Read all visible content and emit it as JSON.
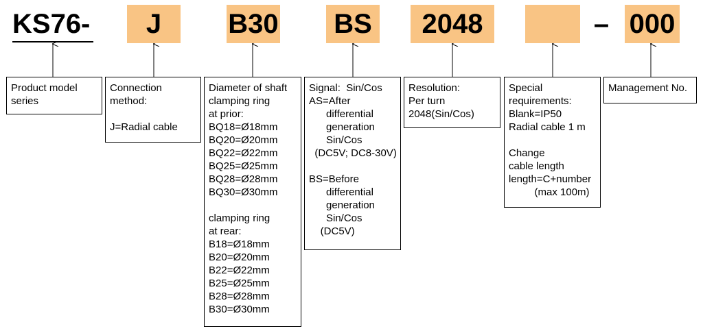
{
  "code_segments": {
    "model": "KS76-",
    "connection": "J",
    "diameter": "B30",
    "signal": "BS",
    "resolution": "2048",
    "special": "",
    "separator": "–",
    "management": "000"
  },
  "boxes": {
    "model": [
      "Product model",
      "series"
    ],
    "connection": [
      "Connection",
      "method:",
      "",
      "J=Radial cable"
    ],
    "diameter": [
      "Diameter of shaft",
      "clamping ring",
      "at prior:",
      "BQ18=Ø18mm",
      "BQ20=Ø20mm",
      "BQ22=Ø22mm",
      "BQ25=Ø25mm",
      "BQ28=Ø28mm",
      "BQ30=Ø30mm",
      "",
      "clamping ring",
      "at rear:",
      "B18=Ø18mm",
      "B20=Ø20mm",
      "B22=Ø22mm",
      "B25=Ø25mm",
      "B28=Ø28mm",
      "B30=Ø30mm"
    ],
    "signal": [
      "Signal:  Sin/Cos",
      "AS=After",
      "      differential",
      "      generation",
      "      Sin/Cos",
      "  (DC5V; DC8-30V)",
      "",
      "BS=Before",
      "      differential",
      "      generation",
      "      Sin/Cos",
      "    (DC5V)"
    ],
    "resolution": [
      "Resolution:",
      "Per turn",
      "2048(Sin/Cos)"
    ],
    "special": [
      "Special",
      "requirements:",
      "Blank=IP50",
      "Radial cable 1 m",
      "",
      "Change",
      "cable length",
      "length=C+number",
      "         (max 100m)"
    ],
    "management": [
      "Management No."
    ]
  },
  "colors": {
    "segment_fill": "#f9c484",
    "line": "#000000"
  }
}
